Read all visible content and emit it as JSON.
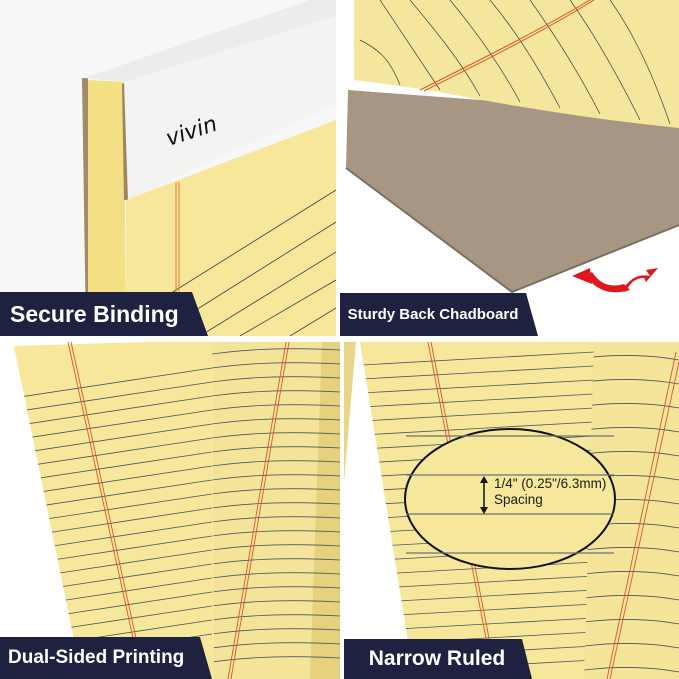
{
  "panels": {
    "top_left": {
      "brand_logo_text": "vivin",
      "label": "Secure Binding"
    },
    "top_right": {
      "label": "Sturdy Back Chadboard",
      "arrow_icon": "curved-arrow-icon"
    },
    "bottom_left": {
      "label": "Dual-Sided Printing"
    },
    "bottom_right": {
      "label": "Narrow Ruled",
      "callout": {
        "line1": "1/4\" (0.25\"/6.3mm)",
        "line2": "Spacing"
      }
    }
  },
  "colors": {
    "paper_yellow": "#f6e79a",
    "rule_line": "#4a5560",
    "margin_red": "#d4572a",
    "label_bg": "#1e2140",
    "chipboard": "#a89684",
    "binding_white": "#f3f3f1",
    "arrow_red": "#e0171b"
  }
}
